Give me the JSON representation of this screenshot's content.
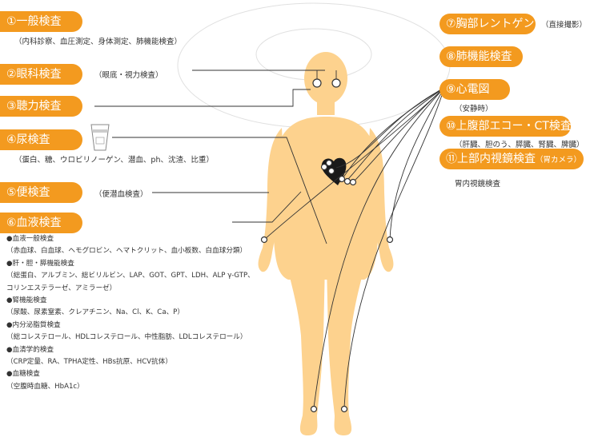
{
  "left_items": [
    {
      "label": "①一般検査",
      "detail": "（内科診察、血圧測定、身体測定、肺機能検査）"
    },
    {
      "label": "②眼科検査",
      "detail": "（眼底・視力検査）"
    },
    {
      "label": "③聴力検査",
      "detail": ""
    },
    {
      "label": "④尿検査",
      "detail": "（蛋白、糖、ウロビリノーゲン、潜血、ph、沈渣、比重）"
    },
    {
      "label": "⑤便検査",
      "detail": "（便潜血検査）"
    },
    {
      "label": "⑥血液検査",
      "detail": ""
    }
  ],
  "right_items": [
    {
      "label": "⑦胸部レントゲン",
      "detail": "（直接撮影）"
    },
    {
      "label": "⑧肺機能検査",
      "detail": ""
    },
    {
      "label": "⑨心電図",
      "detail": "（安静時）"
    },
    {
      "label": "⑩上腹部エコー・CT検査",
      "detail": "（肝臓、胆のう、膵臓、腎臓、脾臓）"
    },
    {
      "label": "⑪上部内視鏡検査",
      "label_suffix": "（胃カメラ）",
      "detail": "胃内視鏡検査"
    }
  ],
  "blood_tests": [
    {
      "title": "●血液一般検査",
      "items": [
        "（赤血球、白血球、ヘモグロビン、ヘマトクリット、血小板数、白血球分類）"
      ]
    },
    {
      "title": "●肝・胆・膵機能検査",
      "items": [
        "（総蛋白、アルブミン、総ビリルビン、LAP、GOT、GPT、LDH、ALP γ-GTP、",
        "コリンエステラーゼ、アミラーゼ）"
      ]
    },
    {
      "title": "●腎機能検査",
      "items": [
        "（尿酸、尿素窒素、クレアチニン、Na、Cl、K、Ca、P）"
      ]
    },
    {
      "title": "●内分泌脂質検査",
      "items": [
        "（総コレステロール、HDLコレステロール、中性脂肪、LDLコレステロール）"
      ]
    },
    {
      "title": "●血清学的検査",
      "items": [
        "（CRP定量、RA、TPHA定性、HBs抗原、HCV抗体）"
      ]
    },
    {
      "title": "●血糖検査",
      "items": [
        "（空腹時血糖、HbA1c）"
      ]
    }
  ],
  "colors": {
    "label_bg": "#f39a1f",
    "body": "#fdd28e",
    "line": "#333333",
    "ring": "#dddddd",
    "heart": "#1a1a1a"
  }
}
